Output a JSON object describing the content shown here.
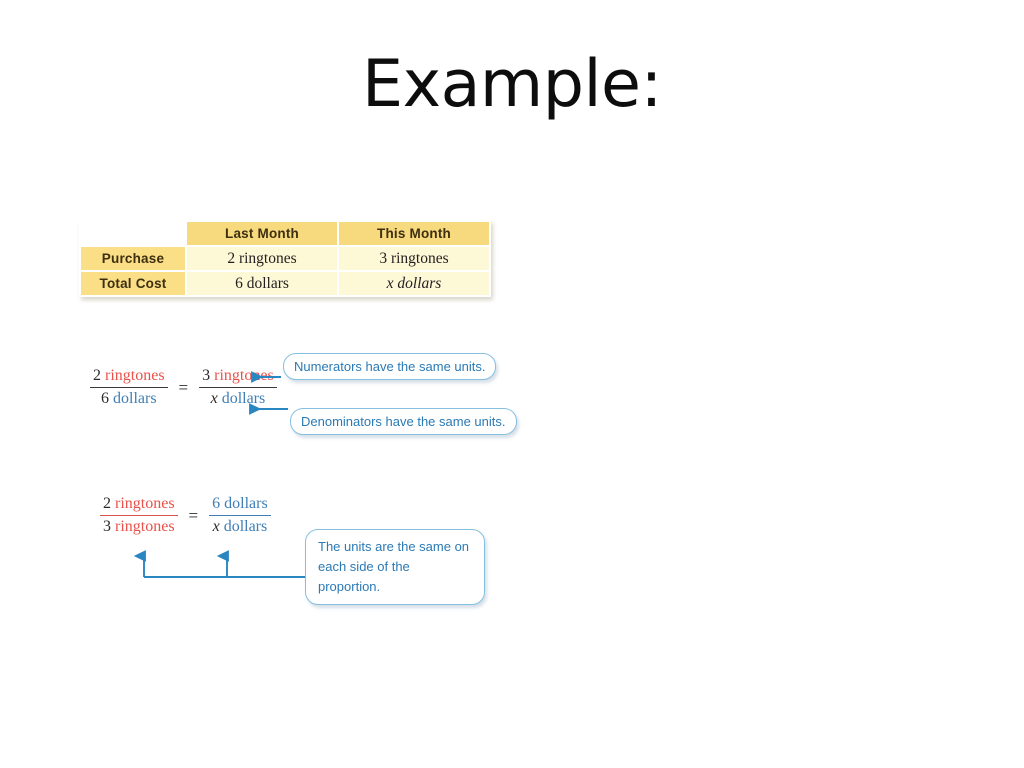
{
  "slide": {
    "title": "Example:"
  },
  "table": {
    "corner_label": "",
    "column_headers": [
      "Last Month",
      "This Month"
    ],
    "rows": [
      {
        "label": "Purchase",
        "cells": [
          "2 ringtones",
          "3 ringtones"
        ]
      },
      {
        "label": "Total Cost",
        "cells": [
          "6 dollars",
          "x dollars"
        ]
      }
    ]
  },
  "equation_one": {
    "left": {
      "numerator": {
        "number": "2",
        "unit": "ringtones"
      },
      "denominator": {
        "number": "6",
        "unit": "dollars"
      }
    },
    "operator": "=",
    "right": {
      "numerator": {
        "number": "3",
        "unit": "ringtones"
      },
      "denominator": {
        "number": "x",
        "unit": "dollars"
      }
    },
    "callouts": [
      {
        "text": "Numerators have the same units."
      },
      {
        "text": "Denominators have the same units."
      }
    ]
  },
  "equation_two": {
    "left": {
      "numerator": {
        "number": "2",
        "unit": "ringtones"
      },
      "denominator": {
        "number": "3",
        "unit": "ringtones"
      }
    },
    "operator": "=",
    "right": {
      "numerator": {
        "number": "6",
        "unit": "dollars"
      },
      "denominator": {
        "number": "x",
        "unit": "dollars"
      }
    },
    "callouts": [
      {
        "line1": "The units are the same on",
        "line2": "each side of the proportion."
      }
    ]
  },
  "colors": {
    "unit_ringtones": "#e8524a",
    "unit_dollars": "#3f7fb5",
    "callout_border": "#86c0e0",
    "callout_text": "#2a7ab5",
    "arrow": "#2a86c0",
    "table_header": "#f7da7e",
    "table_row_header": "#fbdf86",
    "table_cell": "#fdf8d6"
  }
}
